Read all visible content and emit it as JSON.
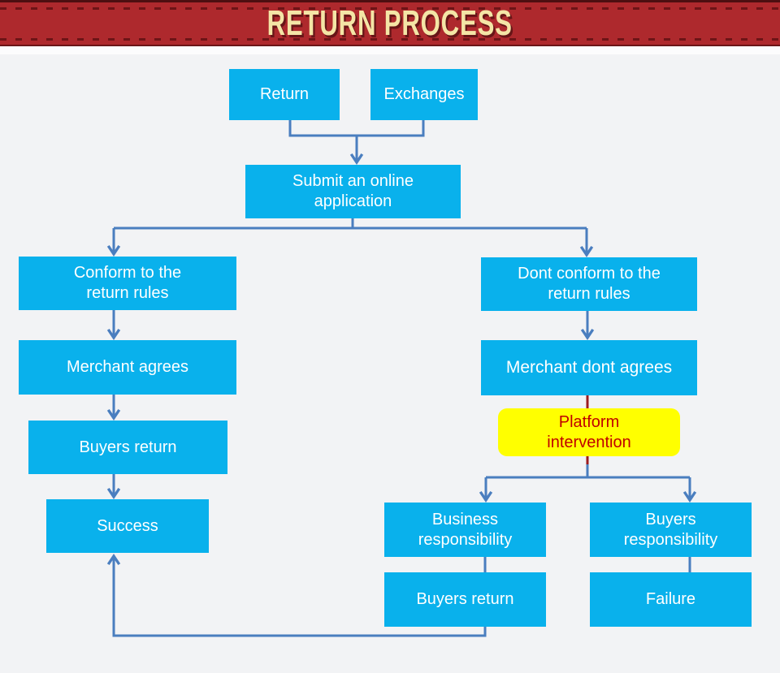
{
  "header": {
    "title": "RETURN PROCESS"
  },
  "colors": {
    "banner_background": "#ae292d",
    "banner_title": "#f4e5a6",
    "node_fill": "#09b1ec",
    "node_text": "#ffffff",
    "highlight_node_fill": "#ffff00",
    "highlight_node_text": "#c00000",
    "connector_blue": "#4a7ebf",
    "connector_dark_red": "#9c1b1e",
    "page_background": "#f2f3f5"
  },
  "flowchart": {
    "nodes": [
      {
        "id": "return",
        "label": "Return"
      },
      {
        "id": "exchanges",
        "label": "Exchanges"
      },
      {
        "id": "submit",
        "label": "Submit an online\napplication"
      },
      {
        "id": "conform",
        "label": "Conform to the\nreturn rules"
      },
      {
        "id": "merchant_agrees",
        "label": "Merchant agrees"
      },
      {
        "id": "buyers_return_left",
        "label": "Buyers return"
      },
      {
        "id": "success",
        "label": "Success"
      },
      {
        "id": "dont_conform",
        "label": "Dont conform to the\nreturn rules"
      },
      {
        "id": "merchant_dont_agrees",
        "label": "Merchant dont agrees"
      },
      {
        "id": "platform_intervention",
        "label": "Platform\nintervention"
      },
      {
        "id": "business_responsibility",
        "label": "Business\nresponsibility"
      },
      {
        "id": "buyers_return_bottom",
        "label": "Buyers return"
      },
      {
        "id": "buyers_responsibility",
        "label": "Buyers\nresponsibility"
      },
      {
        "id": "failure",
        "label": "Failure"
      }
    ],
    "edges": [
      "Return -> Submit an online application",
      "Exchanges -> Submit an online application",
      "Submit an online application -> Conform to the return rules",
      "Submit an online application -> Dont conform to the return rules",
      "Conform to the return rules -> Merchant agrees",
      "Merchant agrees -> Buyers return",
      "Buyers return -> Success",
      "Dont conform to the return rules -> Merchant dont agrees",
      "Merchant dont agrees -> Platform intervention",
      "Platform intervention -> Business responsibility",
      "Platform intervention -> Buyers responsibility",
      "Business responsibility -> Buyers return",
      "Buyers return -> Success",
      "Buyers responsibility -> Failure"
    ]
  }
}
